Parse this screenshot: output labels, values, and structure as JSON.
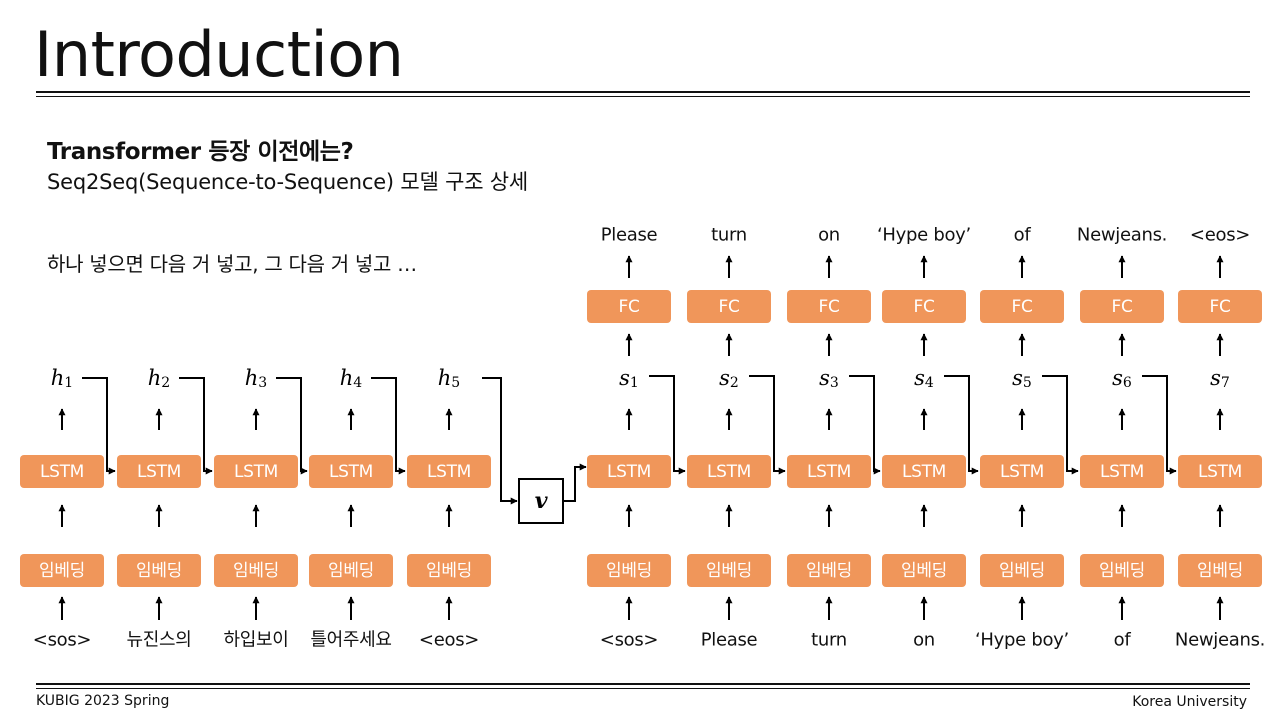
{
  "title": "Introduction",
  "subtitle": "Transformer 등장 이전에는?",
  "subtitle2": "Seq2Seq(Sequence-to-Sequence) 모델 구조 상세",
  "description": "하나 넣으면 다음 거 넣고, 그 다음 거 넣고 …",
  "colors": {
    "block_fill": "#F0965A",
    "block_text": "#FFFFFF",
    "line": "#000000"
  },
  "encoder": {
    "inputs": [
      "<sos>",
      "뉴진스의",
      "하입보이",
      "틀어주세요",
      "<eos>"
    ],
    "embed_label": "임베딩",
    "cell_label": "LSTM",
    "hidden_symbol": "h",
    "hidden_indices": [
      "1",
      "2",
      "3",
      "4",
      "5"
    ]
  },
  "context_vector": "v",
  "decoder": {
    "inputs": [
      "<sos>",
      "Please",
      "turn",
      "on",
      "‘Hype boy’",
      "of",
      "Newjeans."
    ],
    "embed_label": "임베딩",
    "cell_label": "LSTM",
    "hidden_symbol": "s",
    "hidden_indices": [
      "1",
      "2",
      "3",
      "4",
      "5",
      "6",
      "7"
    ],
    "fc_label": "FC",
    "outputs": [
      "Please",
      "turn",
      "on",
      "‘Hype boy’",
      "of",
      "Newjeans.",
      "<eos>"
    ]
  },
  "footer": {
    "left": "KUBIG 2023 Spring",
    "right": "Korea University"
  }
}
